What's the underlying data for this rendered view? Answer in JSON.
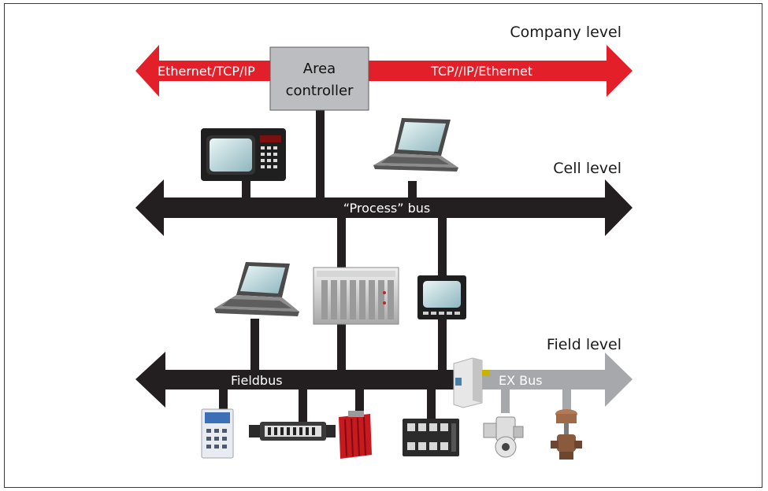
{
  "levels": {
    "company": "Company level",
    "cell": "Cell level",
    "field": "Field level"
  },
  "buses": {
    "ethernet_left": "Ethernet/TCP/IP",
    "ethernet_right": "TCP//IP/Ethernet",
    "process": "“Process” bus",
    "fieldbus": "Fieldbus",
    "ex_bus": "EX Bus"
  },
  "area_controller": {
    "line1": "Area",
    "line2": "controller"
  },
  "colors": {
    "ethernet": "#e3202a",
    "bus": "#231f20",
    "ex_bus": "#a6a8ab",
    "controller_box": "#bcbdc0"
  }
}
